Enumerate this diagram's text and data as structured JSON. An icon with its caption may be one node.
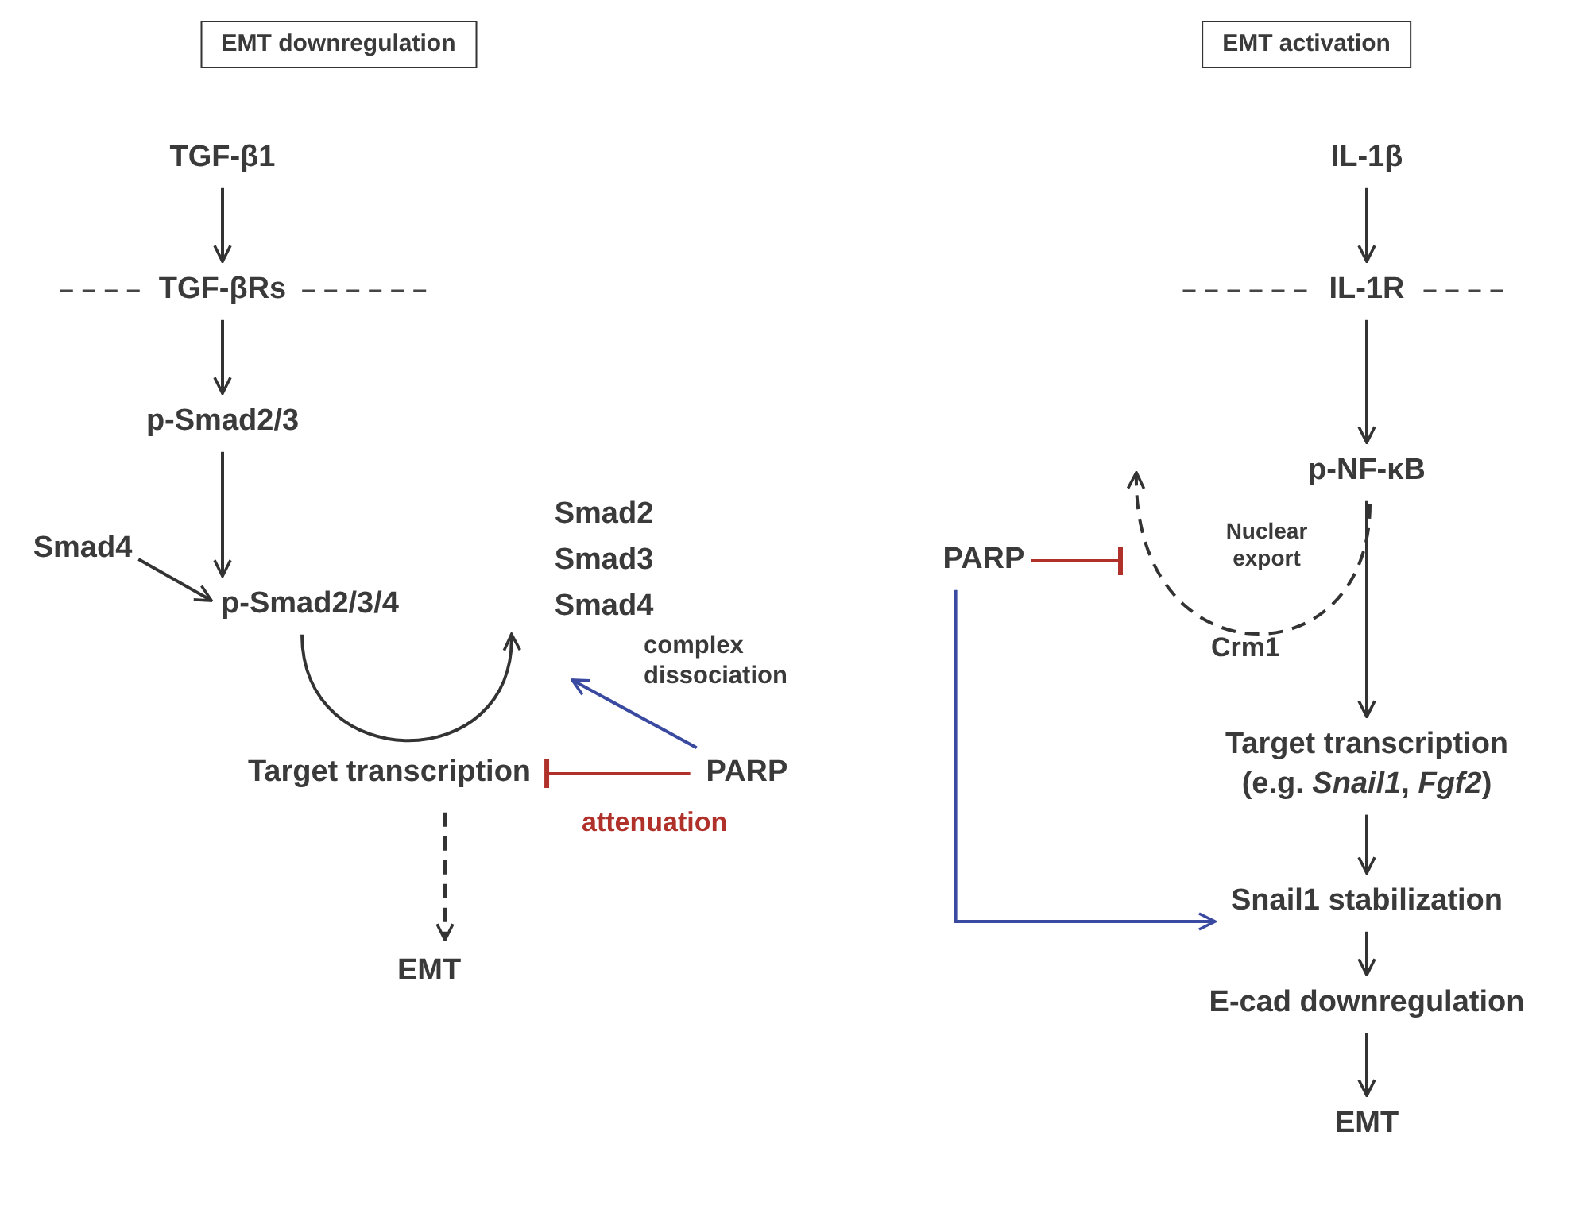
{
  "diagram": {
    "nodes": [
      {
        "text": [
          "EMT downregulation"
        ]
      },
      {
        "text": [
          "TGF-β1"
        ]
      },
      {
        "text": [
          "TGF-βRs"
        ]
      },
      {
        "text": [
          "p-Smad2/3"
        ]
      },
      {
        "text": [
          "Smad4"
        ]
      },
      {
        "text": [
          "p-Smad2/3/4"
        ]
      },
      {
        "text": [
          "Smad2",
          "Smad3",
          "Smad4"
        ]
      },
      {
        "text": [
          "Target transcription"
        ]
      },
      {
        "text": [
          "PARP"
        ]
      },
      {
        "text": [
          "EMT"
        ]
      },
      {
        "text": [
          "EMT activation"
        ]
      },
      {
        "text": [
          "IL-1β"
        ]
      },
      {
        "text": [
          "IL-1R"
        ]
      },
      {
        "text": [
          "p-NF-κB"
        ]
      },
      {
        "text": [
          "PARP"
        ]
      },
      {
        "text": [
          "Target transcription",
          "(e.g. *Snail1*, *Fgf2*)"
        ]
      },
      {
        "text": [
          "Snail1 stabilization"
        ]
      },
      {
        "text": [
          "E-cad downregulation"
        ]
      },
      {
        "text": [
          "EMT"
        ]
      }
    ],
    "edges": [
      {
        "from": 1,
        "to": 2,
        "arrow": "to"
      },
      {
        "from": 2,
        "to": 3,
        "arrow": "to"
      },
      {
        "from": 3,
        "to": 5,
        "arrow": "to"
      },
      {
        "from": 4,
        "to": 5,
        "arrow": "to"
      },
      {
        "from": 5,
        "to": 6,
        "arrow": "to"
      },
      {
        "from": 8,
        "to": null,
        "arrow": "to",
        "color": "#3a4aa0"
      },
      {
        "from": 8,
        "to": 7,
        "arrow": "other",
        "label": "attenuation",
        "color": "#b0302a"
      },
      {
        "from": 7,
        "to": 9,
        "arrow": "to",
        "style": "dashed"
      },
      {
        "from": 11,
        "to": 12,
        "arrow": "to"
      },
      {
        "from": 12,
        "to": 13,
        "arrow": "to"
      },
      {
        "from": 13,
        "to": 15,
        "arrow": "to"
      },
      {
        "from": 15,
        "to": 16,
        "arrow": "to"
      },
      {
        "from": 16,
        "to": 17,
        "arrow": "to"
      },
      {
        "from": 17,
        "to": 18,
        "arrow": "to"
      },
      {
        "from": 13,
        "to": null,
        "arrow": "to",
        "style": "dashed"
      },
      {
        "from": 14,
        "to": null,
        "arrow": "other",
        "color": "#b0302a"
      },
      {
        "from": 14,
        "to": 16,
        "arrow": "to",
        "color": "#3a4aa0"
      }
    ],
    "labels": [
      "complex dissociation",
      "Nuclear export",
      "Crm1"
    ]
  }
}
